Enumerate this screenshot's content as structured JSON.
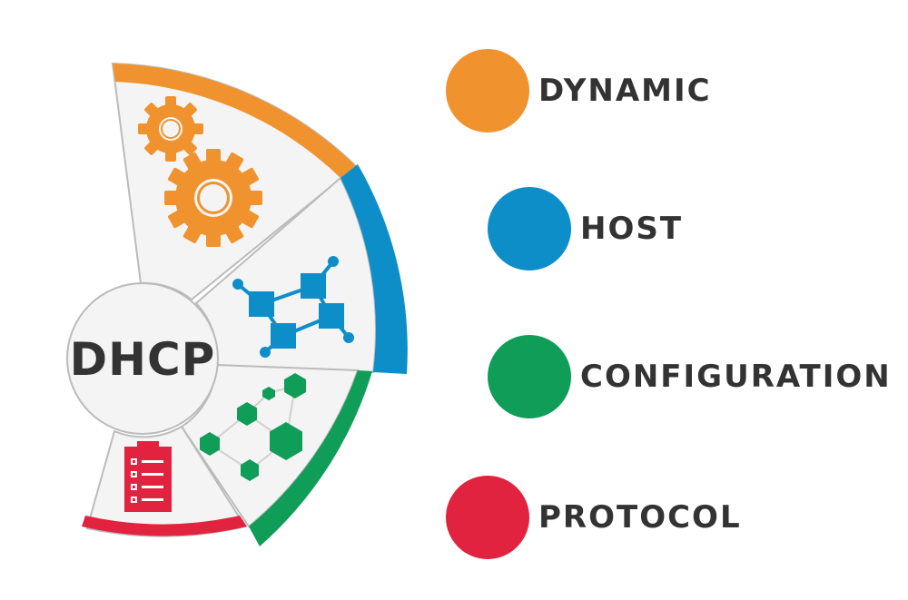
{
  "center": {
    "label": "DHCP"
  },
  "colors": {
    "orange": "#f0932f",
    "blue": "#0e8ec9",
    "green": "#0f9d58",
    "red": "#e1233f",
    "panel": "#f4f4f4",
    "text": "#333333"
  },
  "legend": [
    {
      "label": "DYNAMIC",
      "color": "#f0932f"
    },
    {
      "label": "HOST",
      "color": "#0e8ec9"
    },
    {
      "label": "CONFIGURATION",
      "color": "#0f9d58"
    },
    {
      "label": "PROTOCOL",
      "color": "#e1233f"
    }
  ],
  "icons": [
    {
      "segment": "orange",
      "name": "gears-icon"
    },
    {
      "segment": "blue",
      "name": "network-nodes-icon"
    },
    {
      "segment": "green",
      "name": "hexagon-cluster-icon"
    },
    {
      "segment": "red",
      "name": "clipboard-checklist-icon"
    }
  ]
}
